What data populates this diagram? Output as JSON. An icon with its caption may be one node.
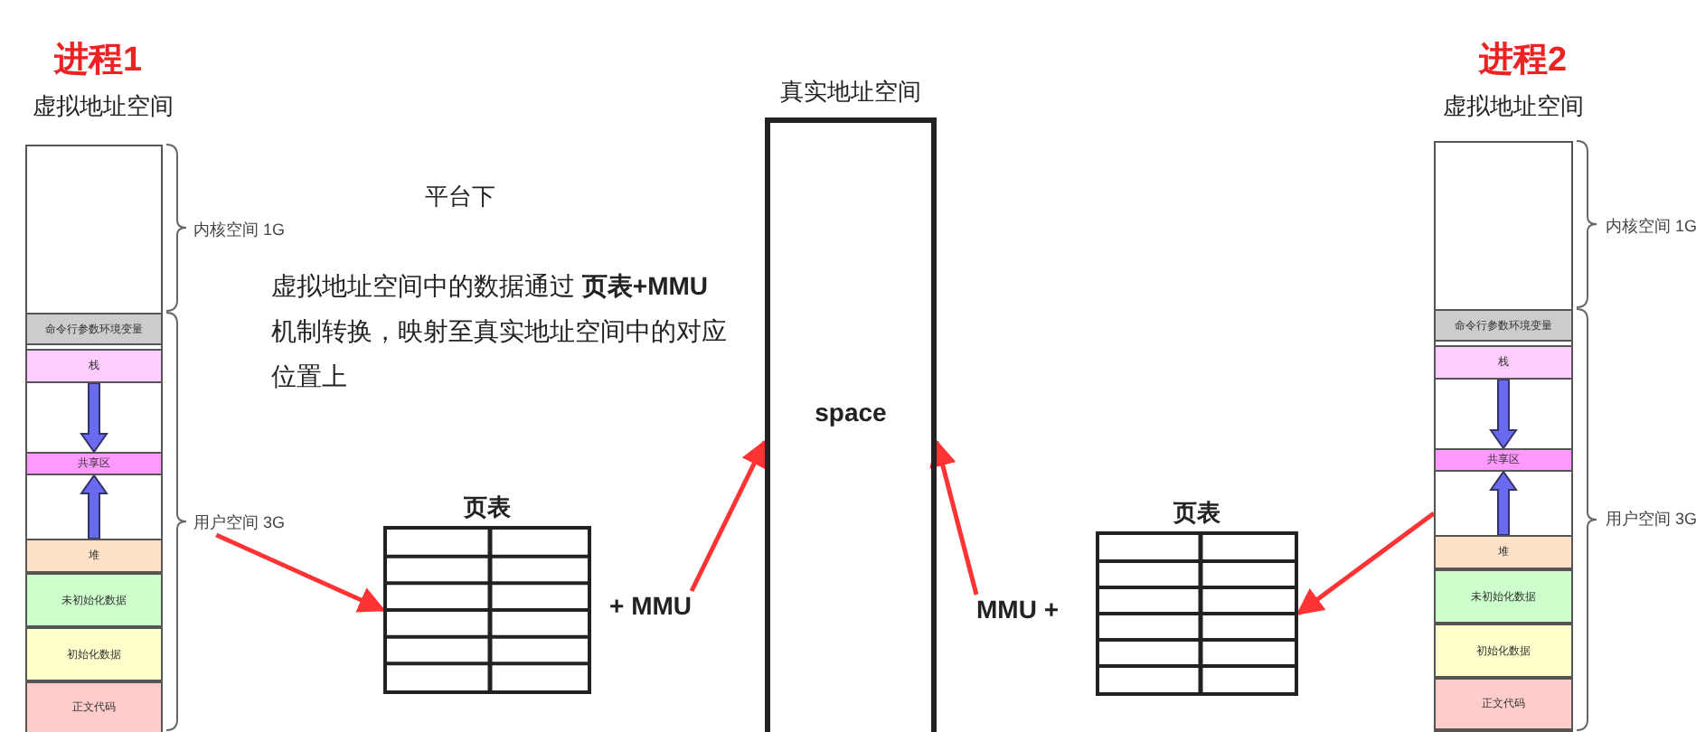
{
  "diagram": {
    "nodes": [
      {
        "text": [
          "进程1",
          "虚拟地址空间"
        ]
      },
      {
        "text": [
          "命令行参数环境变量"
        ],
        "in": 0
      },
      {
        "text": [
          "栈"
        ],
        "in": 0
      },
      {
        "text": [
          "共享区"
        ],
        "in": 0
      },
      {
        "text": [
          "堆"
        ],
        "in": 0
      },
      {
        "text": [
          "未初始化数据"
        ],
        "in": 0
      },
      {
        "text": [
          "初始化数据"
        ],
        "in": 0
      },
      {
        "text": [
          "正文代码"
        ],
        "in": 0
      },
      {
        "text": [
          "用户空间 3G"
        ]
      },
      {
        "text": [
          "页表"
        ]
      },
      {
        "text": [
          "+ MMU"
        ]
      },
      {
        "text": [
          "真实地址空间",
          "space"
        ]
      },
      {
        "text": [
          "MMU +"
        ]
      },
      {
        "text": [
          "页表"
        ]
      },
      {
        "text": [
          "进程2",
          "虚拟地址空间"
        ]
      },
      {
        "text": [
          "命令行参数环境变量"
        ],
        "in": 14
      },
      {
        "text": [
          "栈"
        ],
        "in": 14
      },
      {
        "text": [
          "共享区"
        ],
        "in": 14
      },
      {
        "text": [
          "堆"
        ],
        "in": 14
      },
      {
        "text": [
          "未初始化数据"
        ],
        "in": 14
      },
      {
        "text": [
          "初始化数据"
        ],
        "in": 14
      },
      {
        "text": [
          "正文代码"
        ],
        "in": 14
      }
    ],
    "edges": [
      {
        "from": 8,
        "to": 9,
        "arrow": "to"
      },
      {
        "from": 10,
        "to": 11,
        "arrow": "to"
      },
      {
        "from": 12,
        "to": 11,
        "arrow": "to"
      },
      {
        "from": 14,
        "to": 13,
        "arrow": "to"
      },
      {
        "from": 2,
        "to": 3,
        "arrow": "to",
        "style": "thick",
        "color": "#6a6af0"
      },
      {
        "from": 4,
        "to": 3,
        "arrow": "to",
        "style": "thick",
        "color": "#6a6af0"
      },
      {
        "from": 16,
        "to": 17,
        "arrow": "to",
        "style": "thick",
        "color": "#6a6af0"
      },
      {
        "from": 18,
        "to": 17,
        "arrow": "to",
        "style": "thick",
        "color": "#6a6af0"
      }
    ],
    "labels": [
      "内核空间 1G",
      "平台下",
      "虚拟地址空间中的数据通过 **页表+MMU**机制转换，映射至真实地址空间中的对应位置上",
      "内核空间 1G",
      "用户空间 3G"
    ]
  }
}
